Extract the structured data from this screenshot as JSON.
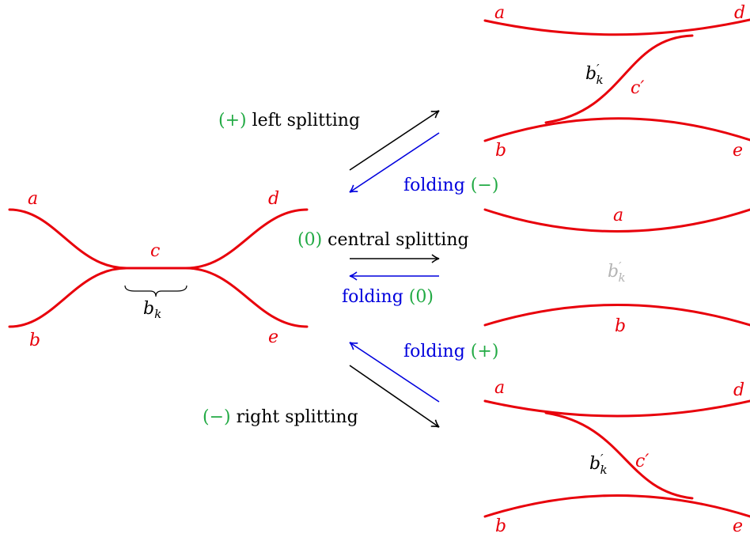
{
  "colors": {
    "curve": "#e8000b",
    "arrow_forward": "#000000",
    "arrow_back": "#0000dd",
    "sign": "#22aa44",
    "ghost": "#b4b4b4"
  },
  "left_config": {
    "a": "a",
    "b": "b",
    "c": "c",
    "d": "d",
    "e": "e",
    "brace_label_main": "b",
    "brace_label_sub": "k"
  },
  "transitions": {
    "left_splitting": {
      "sign": "(+)",
      "text": "left splitting"
    },
    "folding_minus": {
      "text": "folding",
      "sign": "(−)"
    },
    "central_splitting": {
      "sign": "(0)",
      "text": "central splitting"
    },
    "folding_zero": {
      "text": "folding",
      "sign": "(0)"
    },
    "folding_plus": {
      "text": "folding",
      "sign": "(+)"
    },
    "right_splitting": {
      "sign": "(−)",
      "text": "right splitting"
    }
  },
  "top_config": {
    "a": "a",
    "d": "d",
    "b": "b",
    "e": "e",
    "bprime_main": "b",
    "bprime_mark": "′",
    "bprime_sub": "k",
    "cprime": "c′"
  },
  "middle_config": {
    "a": "a",
    "b": "b",
    "bprime_main": "b",
    "bprime_mark": "′",
    "bprime_sub": "k"
  },
  "bottom_config": {
    "a": "a",
    "d": "d",
    "b": "b",
    "e": "e",
    "bprime_main": "b",
    "bprime_mark": "′",
    "bprime_sub": "k",
    "cprime": "c′"
  }
}
